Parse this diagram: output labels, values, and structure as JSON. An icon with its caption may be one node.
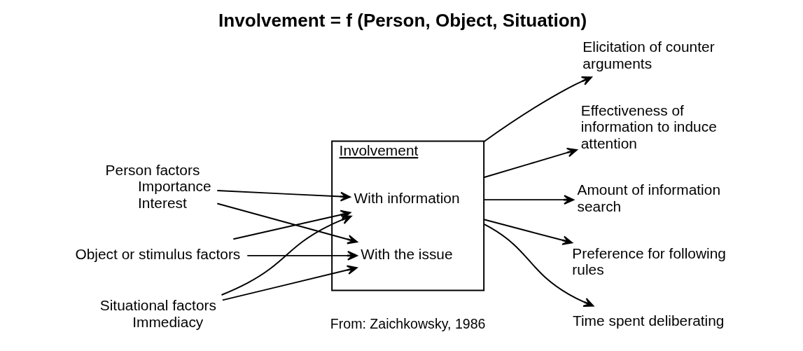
{
  "diagram": {
    "title": "Involvement = f (Person, Object, Situation)",
    "nodes": [
      {
        "text": [
          "Person factors",
          "Importance",
          "Interest"
        ]
      },
      {
        "text": [
          "Object or stimulus factors"
        ]
      },
      {
        "text": [
          "Situational factors",
          "Immediacy"
        ]
      },
      {
        "text": [
          "Involvement"
        ]
      },
      {
        "text": [
          "With information"
        ],
        "in": 3
      },
      {
        "text": [
          "With the issue"
        ],
        "in": 3
      },
      {
        "text": [
          "Elicitation of counter arguments"
        ]
      },
      {
        "text": [
          "Effectiveness of information to induce attention"
        ]
      },
      {
        "text": [
          "Amount of information search"
        ]
      },
      {
        "text": [
          "Preference for following rules"
        ]
      },
      {
        "text": [
          "Time spent deliberating"
        ]
      }
    ],
    "edges": [
      {
        "from": 0,
        "to": 4,
        "arrow": "to"
      },
      {
        "from": 0,
        "to": 5,
        "arrow": "to"
      },
      {
        "from": 1,
        "to": 4,
        "arrow": "to"
      },
      {
        "from": 1,
        "to": 5,
        "arrow": "to"
      },
      {
        "from": 2,
        "to": 4,
        "arrow": "to"
      },
      {
        "from": 2,
        "to": 5,
        "arrow": "to"
      },
      {
        "from": 3,
        "to": 6,
        "arrow": "to"
      },
      {
        "from": 3,
        "to": 7,
        "arrow": "to"
      },
      {
        "from": 3,
        "to": 8,
        "arrow": "to"
      },
      {
        "from": 3,
        "to": 9,
        "arrow": "to"
      },
      {
        "from": 3,
        "to": 10,
        "arrow": "to"
      }
    ],
    "labels": [
      "From: Zaichkowsky, 1986"
    ]
  }
}
